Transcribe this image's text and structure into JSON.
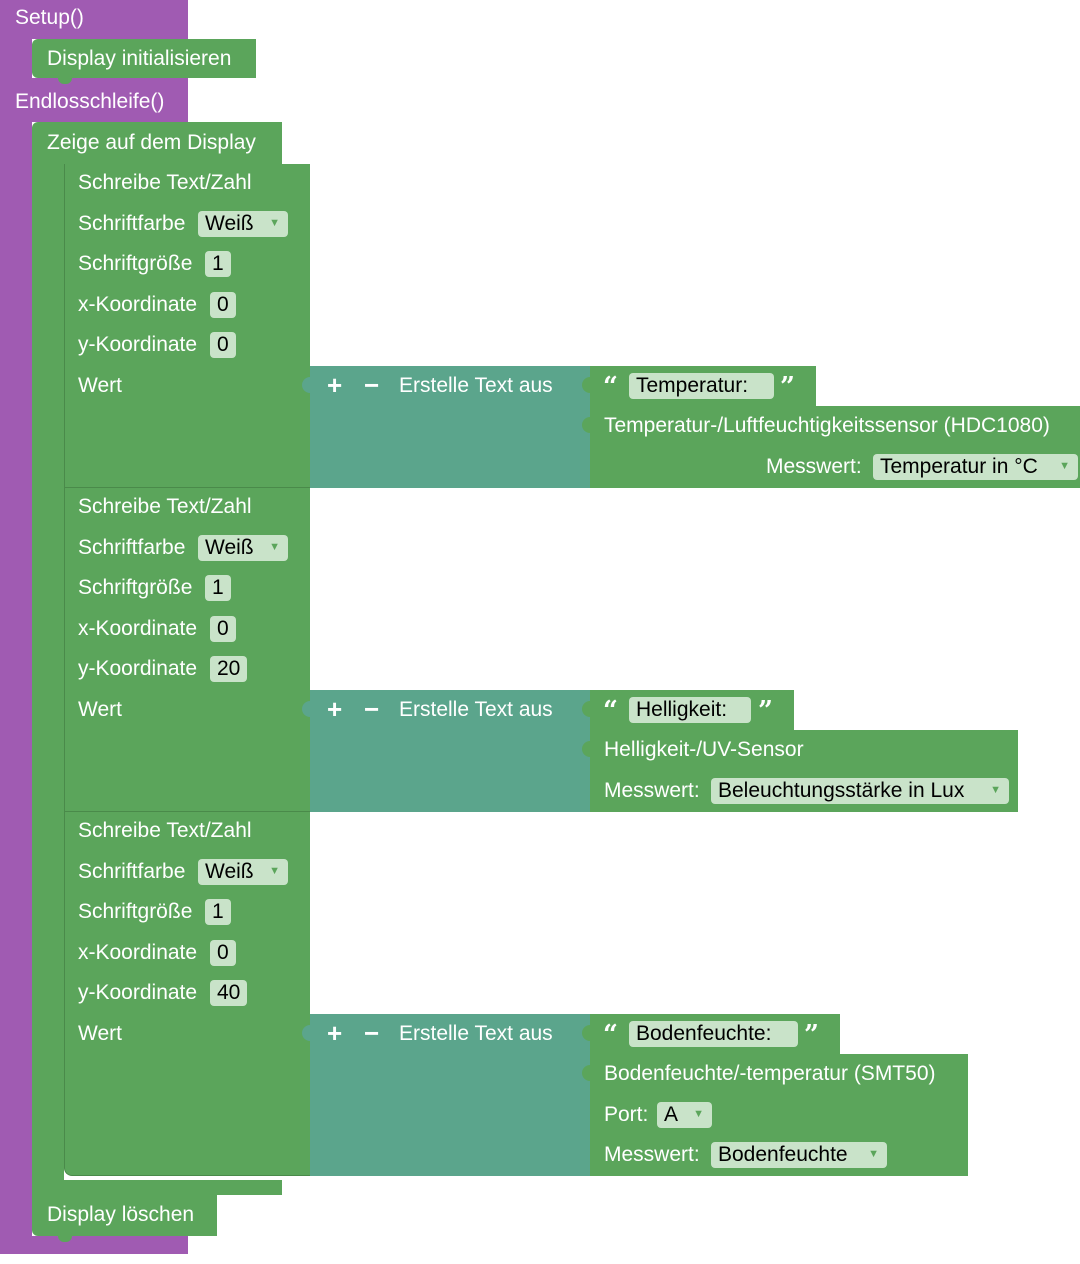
{
  "setup": {
    "label": "Setup()",
    "init_label": "Display initialisieren"
  },
  "loop": {
    "label": "Endlosschleife()",
    "show_label": "Zeige auf dem Display",
    "clear_label": "Display löschen"
  },
  "write_blocks": [
    {
      "title": "Schreibe Text/Zahl",
      "color_label": "Schriftfarbe",
      "color_value": "Weiß",
      "size_label": "Schriftgröße",
      "size_value": "1",
      "x_label": "x-Koordinate",
      "x_value": "0",
      "y_label": "y-Koordinate",
      "y_value": "0",
      "value_label": "Wert",
      "create_label": "Erstelle Text aus",
      "plus": "+",
      "minus": "−",
      "text_value": "Temperatur:",
      "sensor_title": "Temperatur-/Luftfeuchtigkeitssensor (HDC1080)",
      "measure_label": "Messwert:",
      "measure_value": "Temperatur in °C"
    },
    {
      "title": "Schreibe Text/Zahl",
      "color_label": "Schriftfarbe",
      "color_value": "Weiß",
      "size_label": "Schriftgröße",
      "size_value": "1",
      "x_label": "x-Koordinate",
      "x_value": "0",
      "y_label": "y-Koordinate",
      "y_value": "20",
      "value_label": "Wert",
      "create_label": "Erstelle Text aus",
      "plus": "+",
      "minus": "−",
      "text_value": "Helligkeit:",
      "sensor_title": "Helligkeit-/UV-Sensor",
      "measure_label": "Messwert:",
      "measure_value": "Beleuchtungsstärke in Lux"
    },
    {
      "title": "Schreibe Text/Zahl",
      "color_label": "Schriftfarbe",
      "color_value": "Weiß",
      "size_label": "Schriftgröße",
      "size_value": "1",
      "x_label": "x-Koordinate",
      "x_value": "0",
      "y_label": "y-Koordinate",
      "y_value": "40",
      "value_label": "Wert",
      "create_label": "Erstelle Text aus",
      "plus": "+",
      "minus": "−",
      "text_value": "Bodenfeuchte:",
      "sensor_title": "Bodenfeuchte/-temperatur (SMT50)",
      "port_label": "Port:",
      "port_value": "A",
      "measure_label": "Messwert:",
      "measure_value": "Bodenfeuchte"
    }
  ],
  "icons": {
    "dropdown": "triangle-down-icon",
    "open_quote": "open-quote-icon",
    "close_quote": "close-quote-icon"
  },
  "colors": {
    "function_block": "#a05bb2",
    "display_block": "#5ba55b",
    "text_block": "#5ba58c",
    "field_bg": "#c9e3c9"
  }
}
